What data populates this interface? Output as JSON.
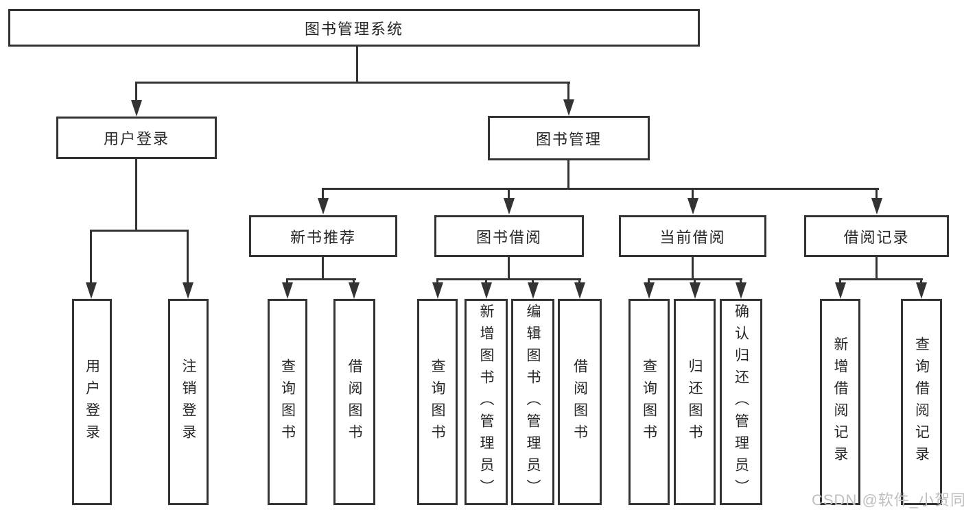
{
  "tree": {
    "root": "图书管理系统",
    "login": {
      "label": "用户登录",
      "children": [
        "用户登录",
        "注销登录"
      ]
    },
    "mgmt": {
      "label": "图书管理",
      "groups": [
        {
          "label": "新书推荐",
          "children": [
            "查询图书",
            "借阅图书"
          ]
        },
        {
          "label": "图书借阅",
          "children": [
            "查询图书",
            "新增图书（管理员）",
            "编辑图书（管理员）",
            "借阅图书"
          ]
        },
        {
          "label": "当前借阅",
          "children": [
            "查询图书",
            "归还图书",
            "确认归还（管理员）"
          ]
        },
        {
          "label": "借阅记录",
          "children": [
            "新增借阅记录",
            "查询借阅记录"
          ]
        }
      ]
    }
  },
  "watermark": "CSDN @软件_小贺同学",
  "colors": {
    "line": "#333333",
    "text": "#262626",
    "watermark": "#bfbfbf",
    "background": "#ffffff"
  }
}
